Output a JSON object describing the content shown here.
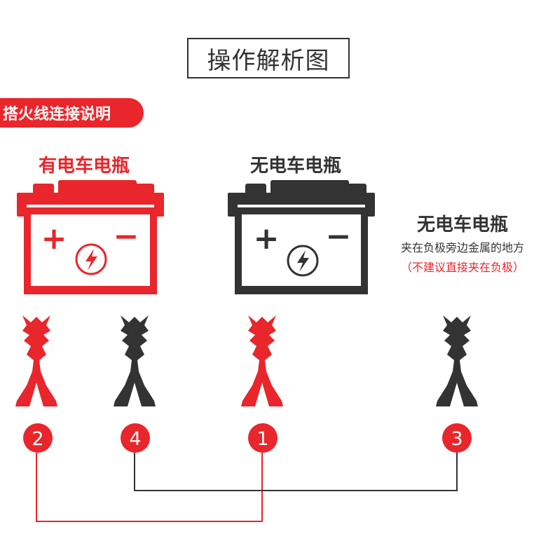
{
  "title": "操作解析图",
  "section_label": "搭火线连接说明",
  "colors": {
    "red": "#e8262b",
    "dark": "#333333"
  },
  "live_battery": {
    "label": "有电车电瓶",
    "plus": "+",
    "minus": "−",
    "icon": "lightning-icon"
  },
  "dead_battery": {
    "label": "无电车电瓶",
    "plus": "+",
    "minus": "−",
    "icon": "lightning-icon"
  },
  "note": {
    "title": "无电车电瓶",
    "line1": "夹在负极旁边金属的地方",
    "line2": "（不建议直接夹在负极）"
  },
  "clamps": [
    {
      "color": "red",
      "number": "2"
    },
    {
      "color": "dark",
      "number": "4"
    },
    {
      "color": "red",
      "number": "1"
    },
    {
      "color": "dark",
      "number": "3"
    }
  ]
}
